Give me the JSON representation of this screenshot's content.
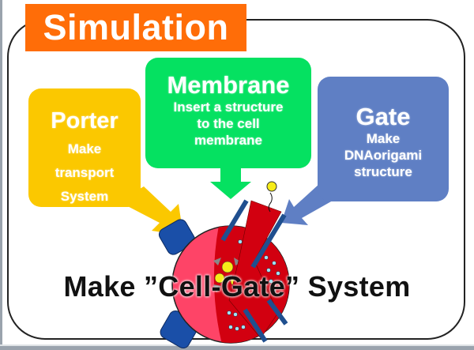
{
  "title": "Simulation",
  "colors": {
    "title_bg": "#ff6d08",
    "porter": "#fbc800",
    "membrane": "#05e161",
    "gate": "#5f7fc4",
    "cell_light": "#fe4467",
    "cell_dark": "#d20010",
    "porter_protein": "#1a4fa8",
    "gate_rods": "#1f4f8f"
  },
  "bubbles": [
    {
      "id": "porter",
      "title": "Porter",
      "lines": [
        "Make",
        "transport",
        "System"
      ]
    },
    {
      "id": "membrane",
      "title": "Membrane",
      "lines": [
        "Insert a structure",
        "to the cell",
        "membrane"
      ]
    },
    {
      "id": "gate",
      "title": "Gate",
      "lines": [
        "Make",
        "DNAorigami",
        "structure"
      ]
    }
  ],
  "caption": "Make ”Cell-Gate” System",
  "illustration": {
    "name": "cell-gate-system",
    "parts": [
      "cell body",
      "transport protein",
      "DNA origami gate",
      "membrane lipids"
    ]
  }
}
